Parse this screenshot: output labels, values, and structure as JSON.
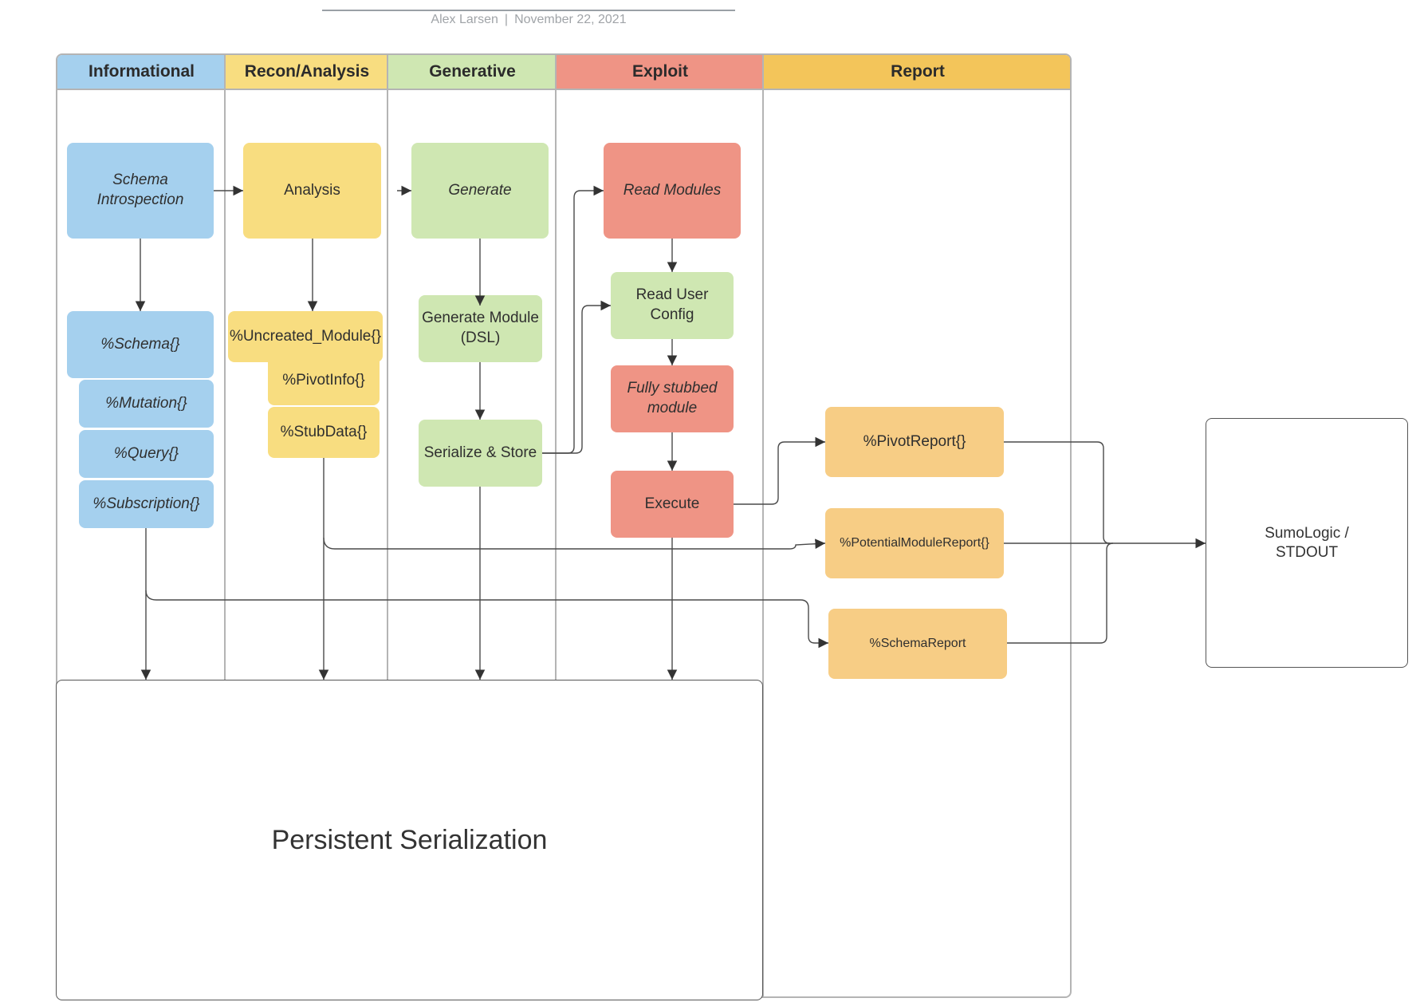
{
  "header": {
    "author": "Alex Larsen",
    "date": "November 22, 2021"
  },
  "lanes": [
    {
      "label": "Informational",
      "color": "#a5d0ee"
    },
    {
      "label": "Recon/Analysis",
      "color": "#f8dd80"
    },
    {
      "label": "Generative",
      "color": "#cfe7b2"
    },
    {
      "label": "Exploit",
      "color": "#ef9485"
    },
    {
      "label": "Report",
      "color": "#f3c55a"
    }
  ],
  "nodes": {
    "schema_introspection": "Schema Introspection",
    "schema": "%Schema{}",
    "mutation": "%Mutation{}",
    "query": "%Query{}",
    "subscription": "%Subscription{}",
    "analysis": "Analysis",
    "uncreated_module": "%Uncreated_Module{}",
    "pivot_info": "%PivotInfo{}",
    "stub_data": "%StubData{}",
    "generate": "Generate",
    "generate_module": "Generate Module (DSL)",
    "serialize_store": "Serialize & Store",
    "read_modules": "Read Modules",
    "read_user_config": "Read User Config",
    "fully_stubbed": "Fully stubbed module",
    "execute": "Execute",
    "pivot_report": "%PivotReport{}",
    "potential_report": "%PotentialModuleReport{}",
    "schema_report": "%SchemaReport",
    "persistent": "Persistent Serialization",
    "sumologic": "SumoLogic / STDOUT"
  },
  "colors": {
    "informational": "#a5d0ee",
    "recon": "#f8dd80",
    "generative": "#cfe7b2",
    "exploit": "#ef9485",
    "report": "#f7cd85",
    "report_header": "#f3c55a",
    "connector": "#4a4a4a"
  }
}
